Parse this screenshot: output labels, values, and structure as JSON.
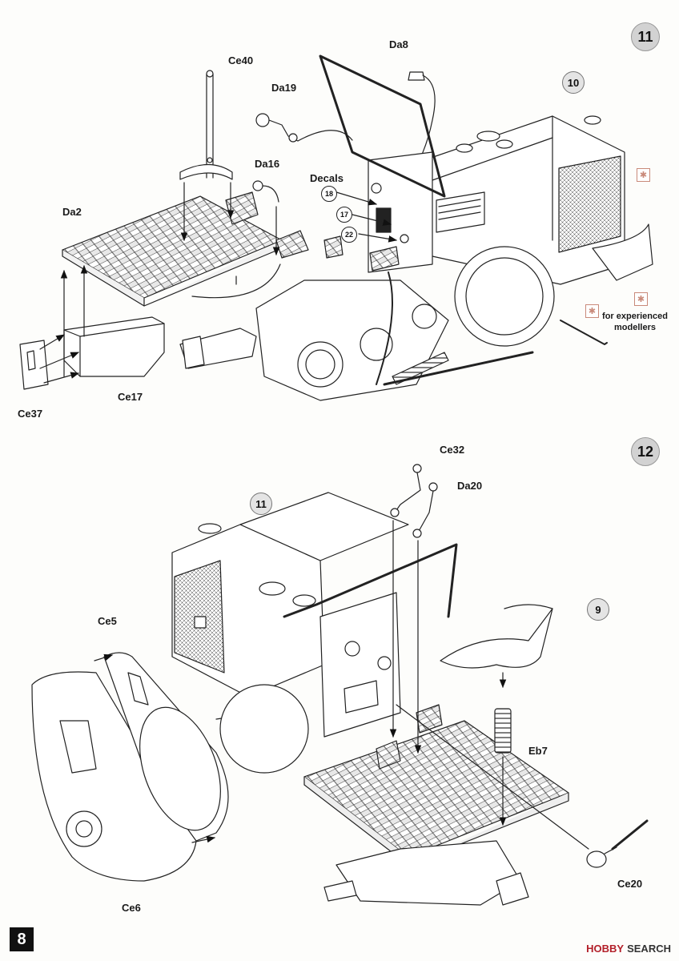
{
  "page": {
    "number": "8"
  },
  "step11": {
    "step_number": "11",
    "ref_part": "10",
    "parts": {
      "ce40": "Ce40",
      "da8": "Da8",
      "da19": "Da19",
      "da16": "Da16",
      "decals": "Decals",
      "da2": "Da2",
      "ce17": "Ce17",
      "ce37": "Ce37"
    },
    "decal_numbers": [
      "18",
      "17",
      "22"
    ],
    "note_line1": "for experienced",
    "note_line2": "modellers"
  },
  "step12": {
    "step_number": "12",
    "ref_part_11": "11",
    "ref_part_9": "9",
    "parts": {
      "ce32": "Ce32",
      "da20": "Da20",
      "ce5": "Ce5",
      "eb7": "Eb7",
      "ce6": "Ce6",
      "ce20": "Ce20"
    }
  },
  "watermark": {
    "brand": "HOBBY",
    "suffix": "SEARCH"
  },
  "icons": {
    "expert_mark": "asterisk-box-icon"
  }
}
